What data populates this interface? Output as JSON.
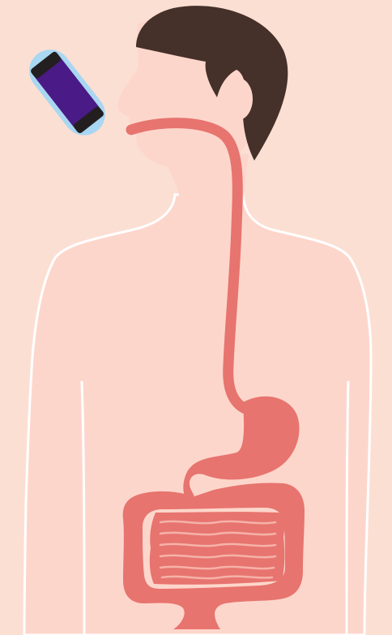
{
  "image": {
    "subject": "human-digestive-tract-capsule-illustration",
    "has_text": false
  },
  "colors": {
    "background": "#fcdfd3",
    "skin": "#fdd6cb",
    "hair": "#45302a",
    "digestive_tract": "#e7746f",
    "digestive_tract_fold": "#f6b2a8",
    "capsule_shell": "#a9d7f2",
    "capsule_body": "#4a1a86",
    "capsule_cap": "#231f20",
    "body_outline": "#ffffff"
  },
  "parts": [
    {
      "name": "head",
      "icon": "head-profile-icon"
    },
    {
      "name": "hair",
      "icon": "hair-icon"
    },
    {
      "name": "ear",
      "icon": "ear-icon"
    },
    {
      "name": "neck",
      "icon": "neck-icon"
    },
    {
      "name": "torso",
      "icon": "torso-icon"
    },
    {
      "name": "esophagus",
      "icon": "esophagus-icon"
    },
    {
      "name": "stomach",
      "icon": "stomach-icon"
    },
    {
      "name": "small-intestine",
      "icon": "small-intestine-icon"
    },
    {
      "name": "large-intestine",
      "icon": "large-intestine-icon"
    },
    {
      "name": "capsule",
      "icon": "capsule-pill-icon"
    }
  ]
}
